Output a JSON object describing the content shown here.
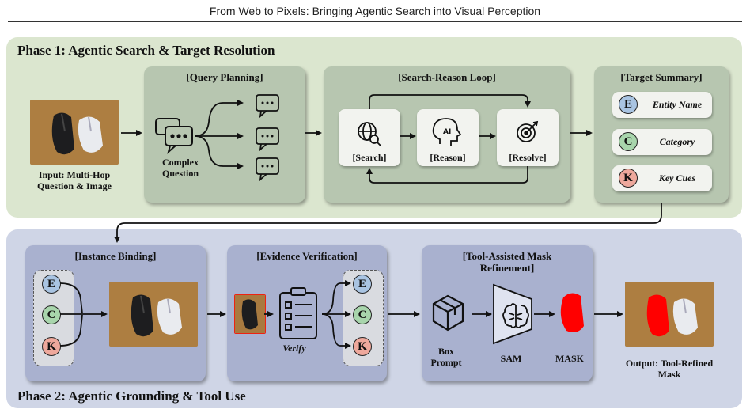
{
  "header": {
    "title": "From Web to Pixels: Bringing Agentic Search into Visual Perception"
  },
  "phase1": {
    "title": "Phase 1: Agentic Search & Target Resolution",
    "input_label": "Input: Multi-Hop Question & Image",
    "query_planning": {
      "title": "[Query Planning]",
      "label": "Complex Question"
    },
    "loop": {
      "title": "[Search-Reason Loop]",
      "search": "[Search]",
      "reason": "[Reason]",
      "resolve": "[Resolve]",
      "ai_glyph": "AI"
    },
    "summary": {
      "title": "[Target Summary]",
      "items": [
        {
          "letter": "E",
          "text": "Entity Name"
        },
        {
          "letter": "C",
          "text": "Category"
        },
        {
          "letter": "K",
          "text": "Key Cues"
        }
      ]
    }
  },
  "phase2": {
    "title": "Phase 2: Agentic Grounding & Tool Use",
    "binding": {
      "title": "[Instance Binding]",
      "letters": [
        "E",
        "C",
        "K"
      ]
    },
    "verification": {
      "title": "[Evidence Verification]",
      "verify_label": "Verify",
      "letters": [
        "E",
        "C",
        "K"
      ]
    },
    "refinement": {
      "title": "[Tool-Assisted Mask Refinement]",
      "box_prompt": "Box Prompt",
      "sam": "SAM",
      "mask": "MASK"
    },
    "output_label": "Output: Tool-Refined Mask"
  },
  "colors": {
    "phase1_bg": "#dbe6cf",
    "phase2_bg": "#cfd5e6",
    "entity": "#a9c4e2",
    "category": "#a8d5ac",
    "keycues": "#eea89c",
    "mask": "#ff0000"
  },
  "icons": [
    "mouse-photo",
    "chat-bubbles-icon",
    "globe-search-icon",
    "ai-head-icon",
    "target-icon",
    "checklist-icon",
    "box-icon",
    "brain-icon"
  ]
}
